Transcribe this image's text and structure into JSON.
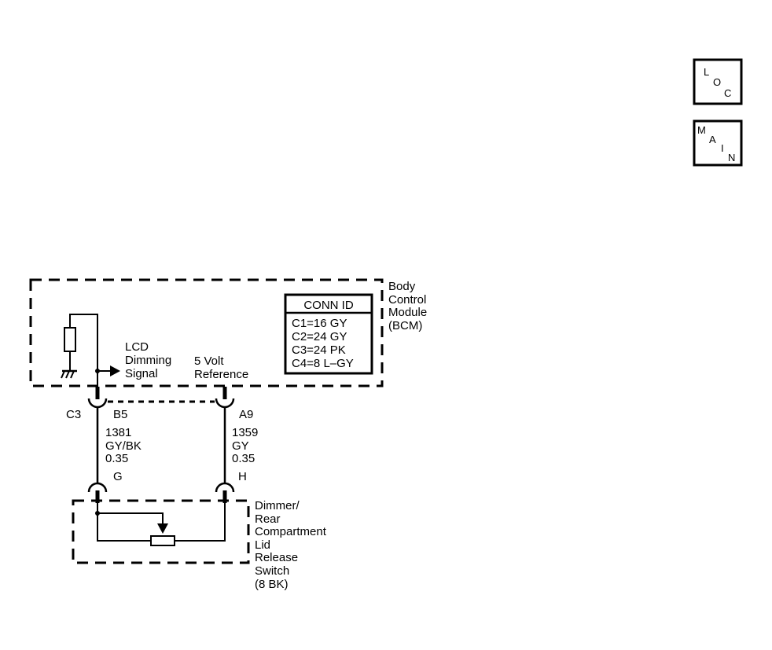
{
  "nav_buttons": {
    "loc": {
      "letters": [
        "L",
        "O",
        "C"
      ]
    },
    "main": {
      "letters": [
        "M",
        "A",
        "I",
        "N"
      ]
    }
  },
  "bcm": {
    "name_lines": [
      "Body",
      "Control",
      "Module",
      "(BCM)"
    ],
    "conn_id": {
      "header": "CONN ID",
      "rows": [
        "C1=16 GY",
        "C2=24 GY",
        "C3=24 PK",
        "C4=8 L–GY"
      ]
    },
    "lcd_signal_lines": [
      "LCD",
      "Dimming",
      "Signal"
    ],
    "ref_lines": [
      "5 Volt",
      "Reference"
    ]
  },
  "circuits": [
    {
      "connector": "C3",
      "bcm_pin": "B5",
      "circuit_number": "1381",
      "wire_color": "GY/BK",
      "wire_size": "0.35",
      "switch_pin": "G"
    },
    {
      "connector": "",
      "bcm_pin": "A9",
      "circuit_number": "1359",
      "wire_color": "GY",
      "wire_size": "0.35",
      "switch_pin": "H"
    }
  ],
  "switch": {
    "name_lines": [
      "Dimmer/",
      "Rear",
      "Compartment",
      "Lid",
      "Release",
      "Switch",
      "(8 BK)"
    ]
  }
}
